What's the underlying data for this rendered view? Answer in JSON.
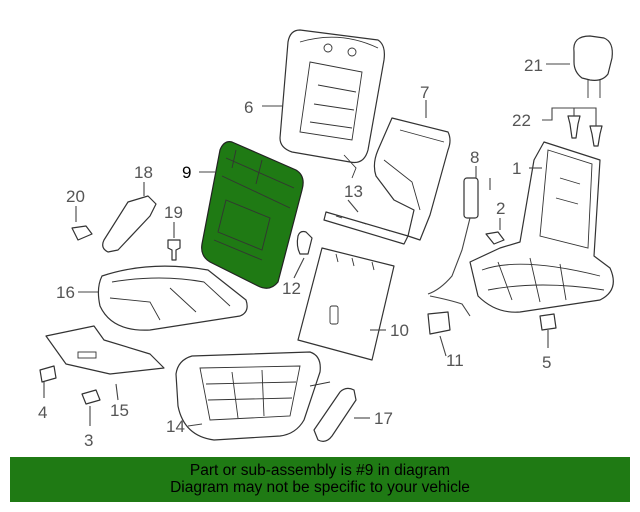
{
  "colors": {
    "highlight": "#1f7a14",
    "banner_bg": "#1f7a14",
    "line": "#333333",
    "callout_text": "#555555"
  },
  "callouts": {
    "n1": "1",
    "n2": "2",
    "n3": "3",
    "n4": "4",
    "n5": "5",
    "n6": "6",
    "n7": "7",
    "n8": "8",
    "n9": "9",
    "n10": "10",
    "n11": "11",
    "n12": "12",
    "n13": "13",
    "n14": "14",
    "n15": "15",
    "n16": "16",
    "n17": "17",
    "n18": "18",
    "n19": "19",
    "n20": "20",
    "n21": "21",
    "n22": "22"
  },
  "highlighted_part": "9",
  "banner": {
    "line1": "Part or sub-assembly is #9 in diagram",
    "line2": "Diagram may not be specific to your vehicle"
  }
}
